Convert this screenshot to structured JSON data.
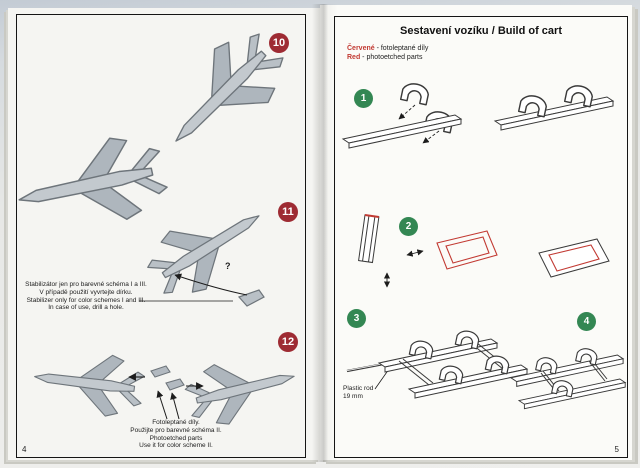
{
  "left_page": {
    "page_number": "4",
    "badges": {
      "s10": "10",
      "s11": "11",
      "s12": "12"
    },
    "question_mark": "?",
    "note11": {
      "l1": "Stabilizátor jen pro barevné schéma I a III.",
      "l2": "V případě použití vyvrtejte dírku.",
      "l3": "Stabilizer only for color schemes I and III.",
      "l4": "In case of use, drill a hole."
    },
    "note12": {
      "l1": "Fotoleptané díly.",
      "l2": "Použijte pro barevné schéma II.",
      "l3": "Photoetched parts",
      "l4": "Use it for color scheme II."
    }
  },
  "right_page": {
    "page_number": "5",
    "title": "Sestavení vozíku / Build of cart",
    "legend": {
      "line1_term": "Červené",
      "line1_rest": " - fotoleptané díly",
      "line2_term": "Red",
      "line2_rest": " - photoetched parts"
    },
    "badges": {
      "s1": "1",
      "s2": "2",
      "s3": "3",
      "s4": "4"
    },
    "rod_label": {
      "l1": "Plastic rod",
      "l2": "19 mm"
    }
  },
  "colors": {
    "left_badge": "#9e2b33",
    "right_badge": "#338753",
    "photoetched_red": "#c23a33",
    "aircraft_gray": "#b9c0c6"
  }
}
